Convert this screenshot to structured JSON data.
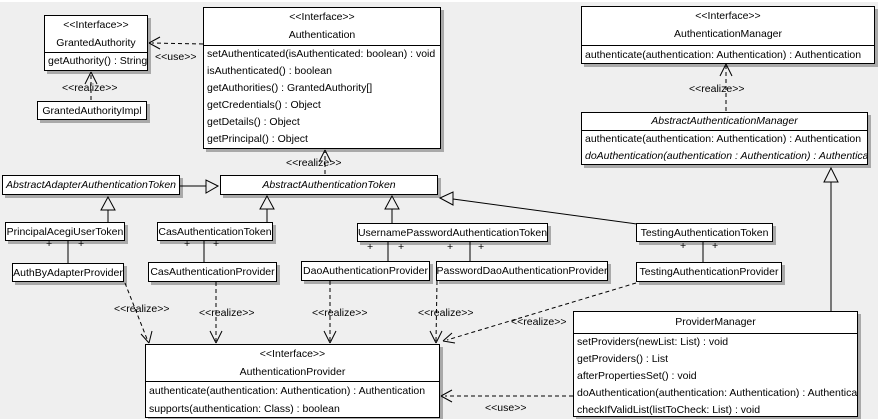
{
  "labels": {
    "use": "<<use>>",
    "realize": "<<realize>>",
    "plus": "+"
  },
  "boxes": {
    "granted_authority": {
      "stereotype": "<<Interface>>",
      "name": "GrantedAuthority",
      "methods": [
        "getAuthority() : String"
      ]
    },
    "granted_authority_impl": {
      "name": "GrantedAuthorityImpl"
    },
    "authentication": {
      "stereotype": "<<Interface>>",
      "name": "Authentication",
      "methods": [
        "setAuthenticated(isAuthenticated: boolean) : void",
        "isAuthenticated() : boolean",
        "getAuthorities() : GrantedAuthority[]",
        "getCredentials() : Object",
        "getDetails() : Object",
        "getPrincipal() : Object"
      ]
    },
    "authentication_manager": {
      "stereotype": "<<Interface>>",
      "name": "AuthenticationManager",
      "methods": [
        "authenticate(authentication: Authentication) : Authentication"
      ]
    },
    "abstract_authentication_manager": {
      "name": "AbstractAuthenticationManager",
      "methods": [
        "authenticate(authentication: Authentication) : Authentication",
        "doAuthentication(authentication : Authentication) : Authentication"
      ]
    },
    "abstract_adapter_authentication_token": {
      "name": "AbstractAdapterAuthenticationToken"
    },
    "abstract_authentication_token": {
      "name": "AbstractAuthenticationToken"
    },
    "principal_acegi_user_token": {
      "name": "PrincipalAcegiUserToken"
    },
    "cas_authentication_token": {
      "name": "CasAuthenticationToken"
    },
    "username_password_authentication_token": {
      "name": "UsernamePasswordAuthenticationToken"
    },
    "testing_authentication_token": {
      "name": "TestingAuthenticationToken"
    },
    "auth_by_adapter_provider": {
      "name": "AuthByAdapterProvider"
    },
    "cas_authentication_provider": {
      "name": "CasAuthenticationProvider"
    },
    "dao_authentication_provider": {
      "name": "DaoAuthenticationProvider"
    },
    "password_dao_authentication_provider": {
      "name": "PasswordDaoAuthenticationProvider"
    },
    "testing_authentication_provider": {
      "name": "TestingAuthenticationProvider"
    },
    "authentication_provider": {
      "stereotype": "<<Interface>>",
      "name": "AuthenticationProvider",
      "methods": [
        "authenticate(authentication: Authentication) : Authentication",
        "supports(authentication: Class) : boolean"
      ]
    },
    "provider_manager": {
      "name": "ProviderManager",
      "methods": [
        "setProviders(newList: List) : void",
        "getProviders() : List",
        "afterPropertiesSet() : void",
        "doAuthentication(authentication: Authentication) : Authentication",
        "checkIfValidList(listToCheck: List) : void"
      ]
    }
  }
}
